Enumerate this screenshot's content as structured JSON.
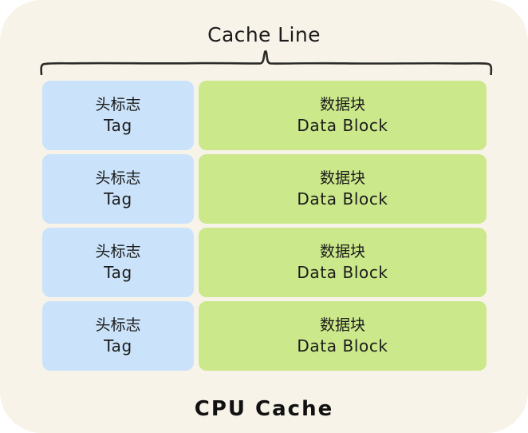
{
  "diagram": {
    "title": "Cache Line",
    "caption": "CPU Cache",
    "background_color": "#f7f3e9",
    "page_color": "#ffffff",
    "text_color": "#1b1b1b",
    "brace_color": "#2b2b28"
  },
  "columns": [
    {
      "key": "tag",
      "color": "#cbe3fa"
    },
    {
      "key": "data",
      "color": "#cbe88a"
    }
  ],
  "rows": [
    {
      "tag": {
        "cn": "头标志",
        "en": "Tag"
      },
      "data": {
        "cn": "数据块",
        "en": "Data Block"
      }
    },
    {
      "tag": {
        "cn": "头标志",
        "en": "Tag"
      },
      "data": {
        "cn": "数据块",
        "en": "Data Block"
      }
    },
    {
      "tag": {
        "cn": "头标志",
        "en": "Tag"
      },
      "data": {
        "cn": "数据块",
        "en": "Data Block"
      }
    },
    {
      "tag": {
        "cn": "头标志",
        "en": "Tag"
      },
      "data": {
        "cn": "数据块",
        "en": "Data Block"
      }
    }
  ]
}
